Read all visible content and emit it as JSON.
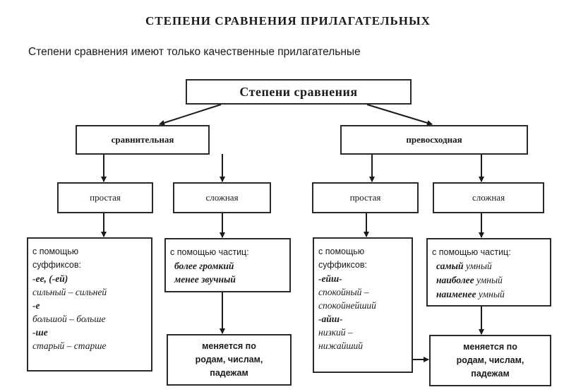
{
  "title": "СТЕПЕНИ СРАВНЕНИЯ ПРИЛАГАТЕЛЬНЫХ",
  "subtitle": "Степени сравнения имеют только качественные прилагательные",
  "diagram": {
    "root": "Степени сравнения",
    "comparative": {
      "label": "сравнительная",
      "simple": {
        "label": "простая",
        "detail": {
          "intro1": "с помощью",
          "intro2": "суффиксов:",
          "s1": "-ее, (-ей)",
          "e1": "сильный – сильней",
          "s2": "-е",
          "e2": "большой – больше",
          "s3": "-ше",
          "e3": "старый – старше"
        }
      },
      "compound": {
        "label": "сложная",
        "detail": {
          "intro": "с помощью частиц:",
          "e1": "более громкий",
          "e2": "менее звучный"
        },
        "result": {
          "l1": "меняется по",
          "l2": "родам, числам,",
          "l3": "падежам"
        }
      }
    },
    "superlative": {
      "label": "превосходная",
      "simple": {
        "label": "простая",
        "detail": {
          "intro1": "с помощью",
          "intro2": "суффиксов:",
          "s1": "-ейш-",
          "e1a": "спокойный –",
          "e1b": "спокойнейший",
          "s2": "-айш-",
          "e2a": "низкий –",
          "e2b": "нижайший"
        }
      },
      "compound": {
        "label": "сложная",
        "detail": {
          "intro": "с помощью частиц:",
          "p1": "самый",
          "w1": " умный",
          "p2": "наиболее",
          "w2": " умный",
          "p3": "наименее",
          "w3": " умный"
        },
        "result": {
          "l1": "меняется по",
          "l2": "родам, числам,",
          "l3": "падежам"
        }
      }
    }
  }
}
